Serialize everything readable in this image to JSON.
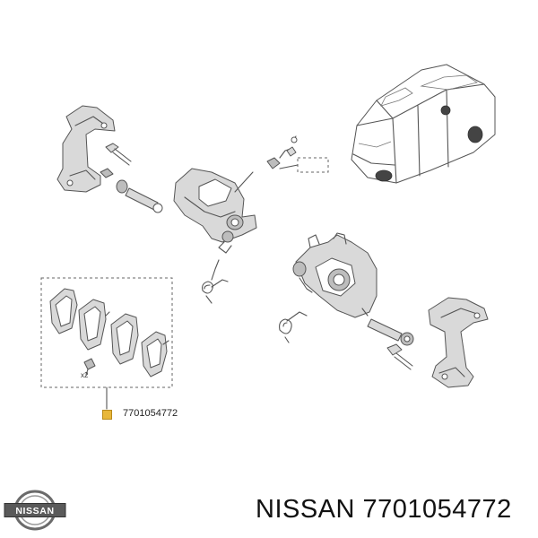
{
  "diagram": {
    "callout_part_number": "7701054772",
    "quantity_label": "x2"
  },
  "brand": {
    "logo_text": "NISSAN",
    "caption": "NISSAN 7701054772"
  },
  "colors": {
    "callout_marker": "#e8b73a",
    "line": "#555555"
  },
  "icons": {
    "logo": "nissan-logo-icon"
  }
}
